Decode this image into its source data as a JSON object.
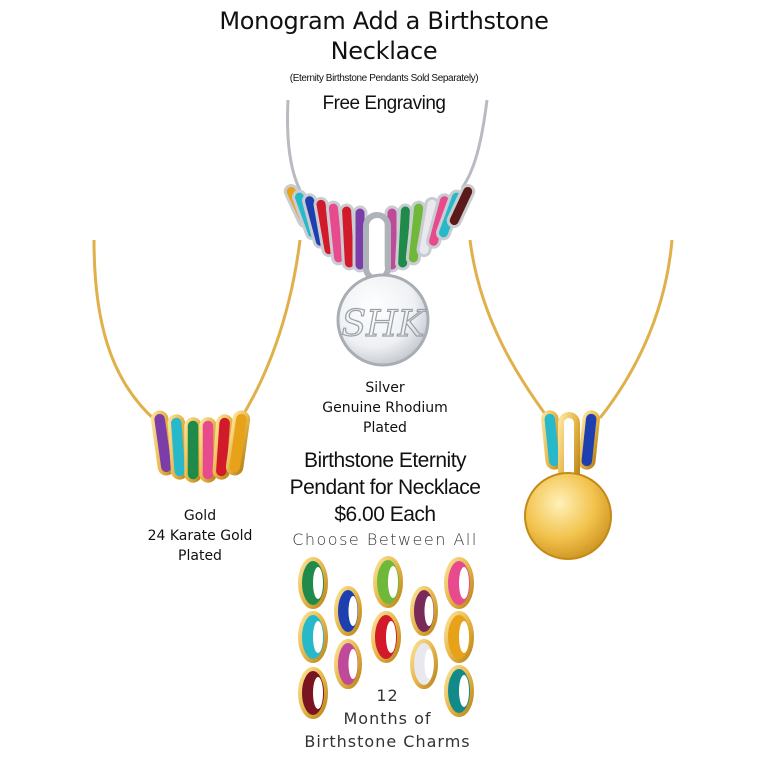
{
  "header": {
    "title_line1": "Monogram Add a Birthstone",
    "title_line2": "Necklace",
    "note": "(Eternity Birthstone Pendants Sold Separately)",
    "engraving": "Free Engraving"
  },
  "silver": {
    "line1": "Silver",
    "line2": "Genuine Rhodium",
    "line3": "Plated",
    "monogram": "SHK"
  },
  "gold": {
    "line1": "Gold",
    "line2": "24 Karate Gold",
    "line3": "Plated"
  },
  "pendant": {
    "line1": "Birthstone Eternity",
    "line2": "Pendant for Necklace",
    "line3": "$6.00 Each"
  },
  "charms": {
    "choose": "Choose Between All",
    "count": "12",
    "months": "Months of",
    "label": "Birthstone Charms"
  },
  "colors": {
    "gold": "#e7b74a",
    "silver": "#c9cdd2",
    "garnet": "#7a1420",
    "amethyst": "#7b3ea8",
    "aquamarine": "#27b8c9",
    "diamond": "#e8e8ee",
    "emerald": "#1f8a4a",
    "alexandrite": "#c04a9a",
    "ruby": "#d21a2a",
    "peridot": "#6fb83a",
    "sapphire": "#1d3fb0",
    "rose": "#e84a8e",
    "topaz": "#e8a21a",
    "zircon": "#138a8a"
  }
}
